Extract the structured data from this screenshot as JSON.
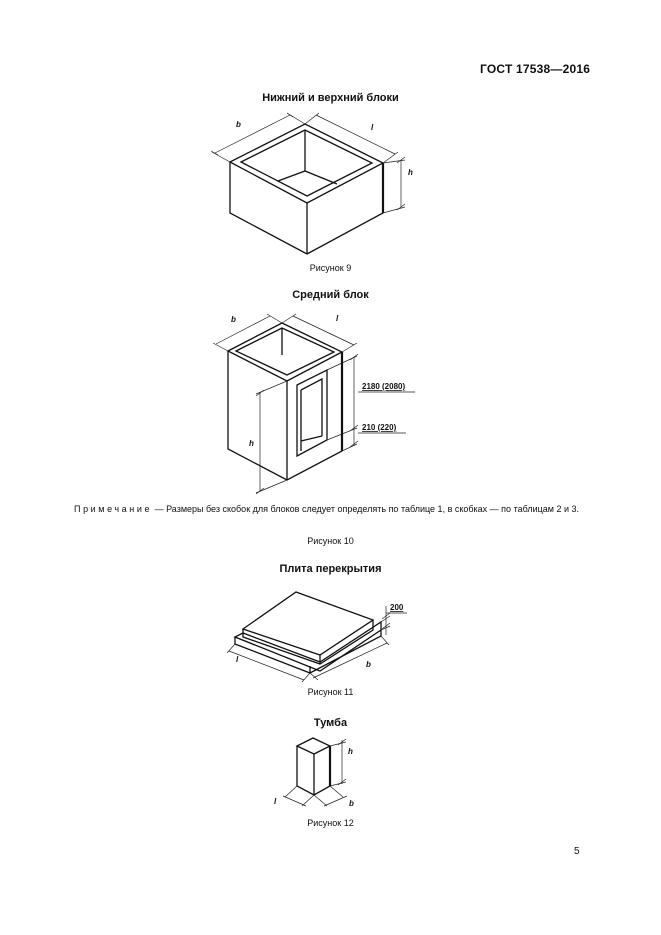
{
  "header": {
    "standard": "ГОСТ 17538—2016"
  },
  "figure9": {
    "title": "Нижний и верхний блоки",
    "caption": "Рисунок 9",
    "labels": {
      "b": "b",
      "l": "l",
      "h": "h"
    }
  },
  "figure10": {
    "title": "Средний блок",
    "caption": "Рисунок 10",
    "labels": {
      "b": "b",
      "l": "l",
      "h": "h",
      "dim_upper": "2180 (2080)",
      "dim_lower": "210 (220)"
    }
  },
  "note": {
    "label": "Примечание",
    "text": " — Размеры без скобок для блоков следует определять по таблице 1, в скобках — по таблицам 2 и 3."
  },
  "figure11": {
    "title": "Плита перекрытия",
    "caption": "Рисунок 11",
    "labels": {
      "l": "l",
      "b": "b",
      "thickness": "200"
    }
  },
  "figure12": {
    "title": "Тумба",
    "caption": "Рисунок 12",
    "labels": {
      "l": "l",
      "b": "b",
      "h": "h"
    }
  },
  "footer": {
    "page_number": "5"
  }
}
